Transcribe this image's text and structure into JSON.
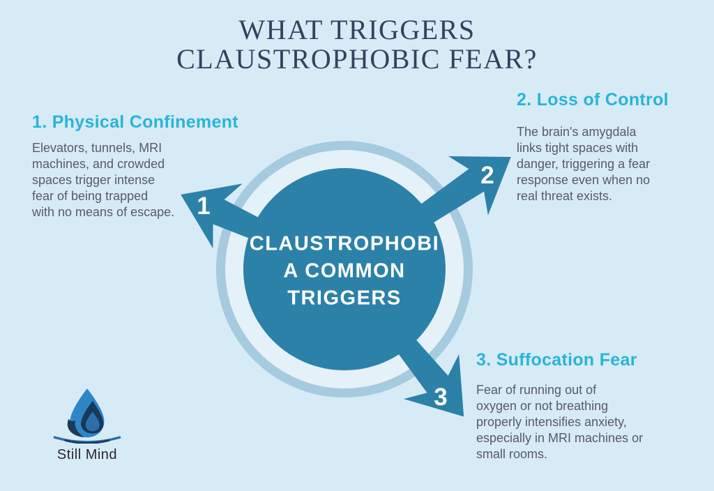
{
  "title": {
    "line1": "WHAT TRIGGERS",
    "line2": "CLAUSTROPHOBIC FEAR?"
  },
  "center_circle": {
    "full_text": "CLAUSTROPHOBIA COMMON TRIGGERS",
    "lines": [
      "CLAUSTROPHOBI",
      "A COMMON",
      "TRIGGERS"
    ]
  },
  "sections": [
    {
      "number": "1",
      "heading": "1. Physical Confinement",
      "body_lines": [
        "Elevators, tunnels, MRI",
        "machines, and crowded",
        "spaces trigger intense",
        "fear of being trapped",
        "with no means of escape."
      ]
    },
    {
      "number": "2",
      "heading": "2. Loss of Control",
      "body_lines": [
        "The brain's amygdala",
        "links tight spaces with",
        "danger, triggering a fear",
        "response even when no",
        "real threat exists."
      ]
    },
    {
      "number": "3",
      "heading": "3. Suffocation Fear",
      "body_lines": [
        "Fear of running out of",
        "oxygen or not breathing",
        "properly intensifies anxiety,",
        "especially in MRI machines or",
        "small rooms."
      ]
    }
  ],
  "logo": {
    "label": "Still Mind",
    "icon": "water-drop-ripples-icon"
  },
  "colors": {
    "background": "#d7ebf7",
    "hub_teal": "#2c81a8",
    "ring_blue": "#a6cade",
    "ring_gap": "#e4f1f9",
    "heading_cyan": "#29b4d8",
    "title_navy": "#36405d",
    "body_gray": "#565b63",
    "circle_text_white": "#ffffff",
    "logo_blue": "#2e86c6",
    "logo_navy": "#16395c"
  }
}
